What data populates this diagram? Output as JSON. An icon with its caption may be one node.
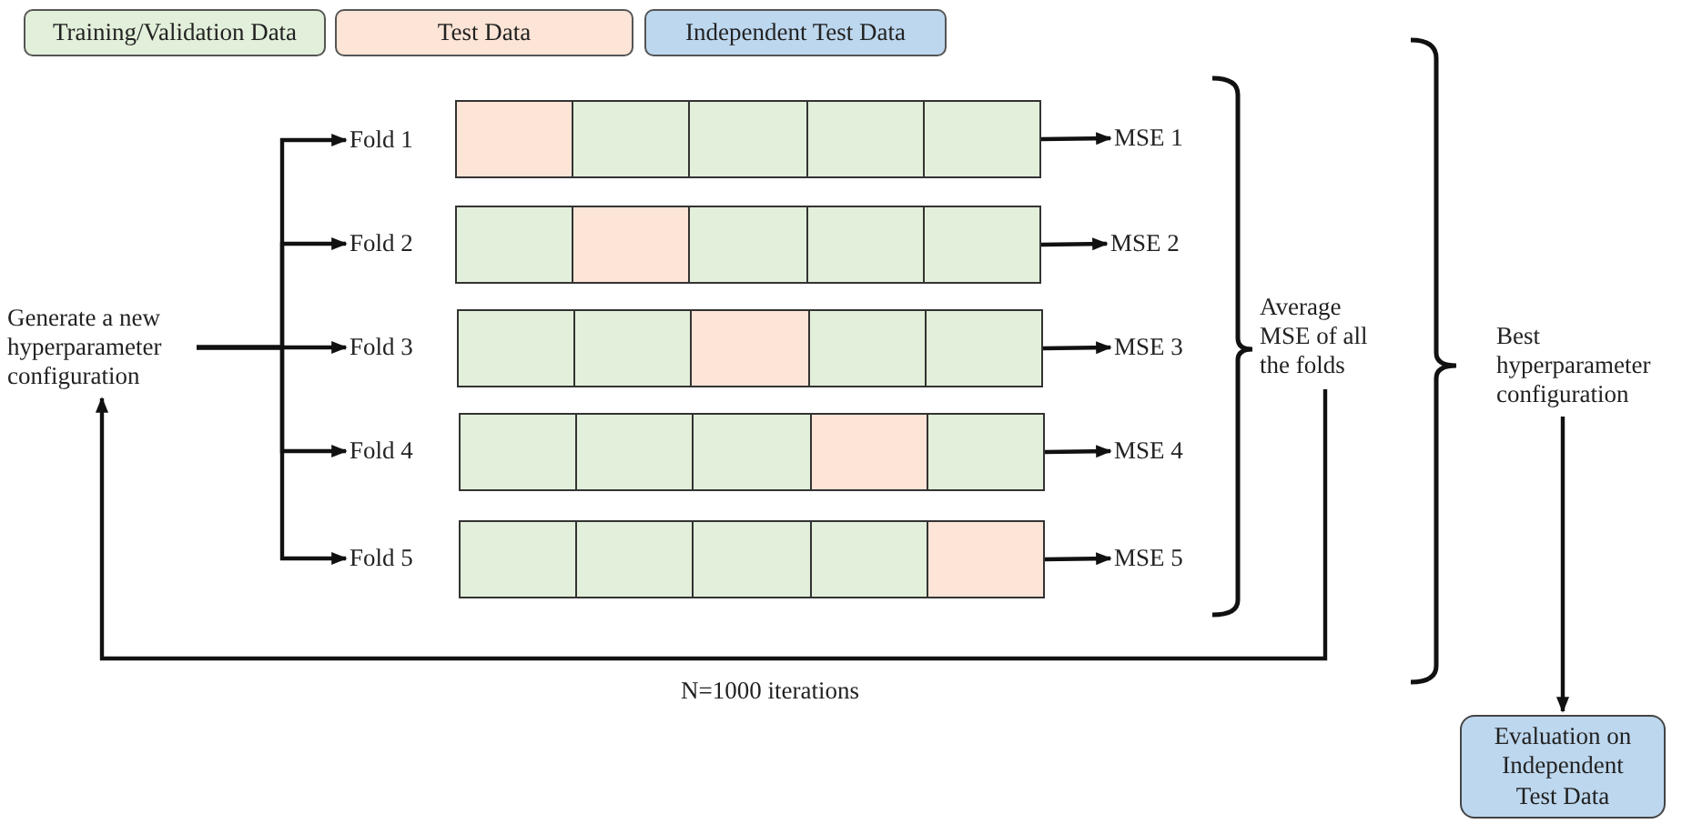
{
  "diagram": {
    "nodes": [
      {
        "text": [
          "Generate a new hyperparameter configuration"
        ]
      },
      {
        "text": [
          "Fold 1"
        ]
      },
      {
        "text": [
          "Fold 2"
        ]
      },
      {
        "text": [
          "Fold 3"
        ]
      },
      {
        "text": [
          "Fold 4"
        ]
      },
      {
        "text": [
          "Fold 5"
        ]
      },
      {
        "text": [],
        "shape": "bar"
      },
      {
        "text": [],
        "shape": "bar"
      },
      {
        "text": [],
        "shape": "bar"
      },
      {
        "text": [],
        "shape": "bar"
      },
      {
        "text": [],
        "shape": "bar"
      },
      {
        "text": [
          "MSE 1"
        ]
      },
      {
        "text": [
          "MSE 2"
        ]
      },
      {
        "text": [
          "MSE 3"
        ]
      },
      {
        "text": [
          "MSE 4"
        ]
      },
      {
        "text": [
          "MSE 5"
        ]
      },
      {
        "text": [
          "Average MSE of all the folds"
        ]
      },
      {
        "text": [
          "Best hyperparameter configuration"
        ]
      },
      {
        "text": [
          "Evaluation on Independent Test Data"
        ]
      }
    ],
    "edges": [
      {
        "from": 0,
        "to": 1,
        "arrow": "to"
      },
      {
        "from": 0,
        "to": 2,
        "arrow": "to"
      },
      {
        "from": 0,
        "to": 3,
        "arrow": "to"
      },
      {
        "from": 0,
        "to": 4,
        "arrow": "to"
      },
      {
        "from": 0,
        "to": 5,
        "arrow": "to"
      },
      {
        "from": 6,
        "to": 11,
        "arrow": "to"
      },
      {
        "from": 7,
        "to": 12,
        "arrow": "to"
      },
      {
        "from": 8,
        "to": 13,
        "arrow": "to"
      },
      {
        "from": 9,
        "to": 14,
        "arrow": "to"
      },
      {
        "from": 10,
        "to": 15,
        "arrow": "to"
      },
      {
        "from": 16,
        "to": 0,
        "arrow": "to",
        "label": "N=1000 iterations"
      },
      {
        "from": 17,
        "to": 18,
        "arrow": "to"
      }
    ],
    "legend": [
      {
        "text": "Training/Validation Data",
        "color": "#e2efda"
      },
      {
        "text": "Test Data",
        "color": "#fce4d6"
      },
      {
        "text": "Independent Test Data",
        "color": "#bdd7ee"
      }
    ]
  }
}
